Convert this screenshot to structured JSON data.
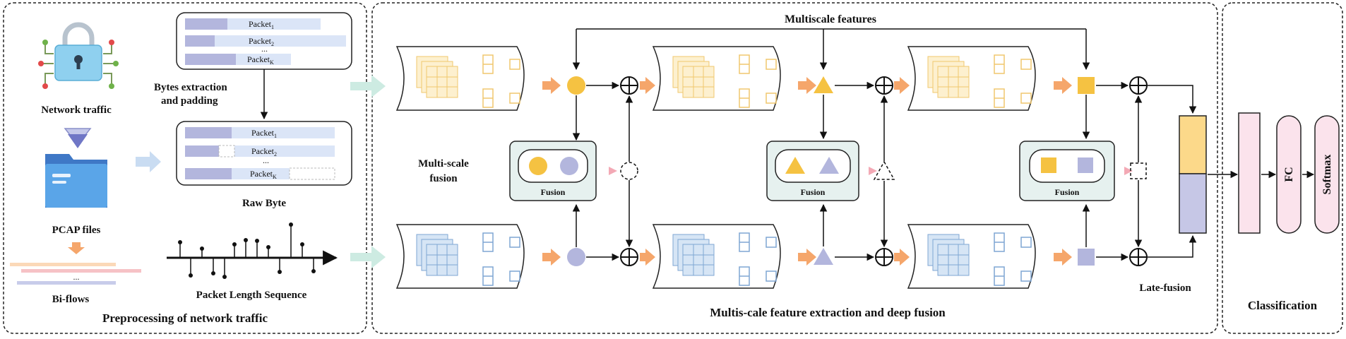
{
  "preprocessing": {
    "network_traffic_label": "Network traffic",
    "pcap_files_label": "PCAP files",
    "bi_flows_label": "Bi-flows",
    "bi_flows_ellipsis": "...",
    "bytes_extraction_line1": "Bytes extraction",
    "bytes_extraction_line2": "and padding",
    "raw_byte_label": "Raw Byte",
    "packet_length_label": "Packet Length Sequence",
    "section_title": "Preprocessing of network traffic",
    "top_packets": [
      {
        "name": "Packet",
        "sub": "1"
      },
      {
        "name": "Packet",
        "sub": "2"
      },
      {
        "name": "Packet",
        "sub": "K"
      }
    ],
    "padded_packets": [
      {
        "name": "Packet",
        "sub": "1"
      },
      {
        "name": "Packet",
        "sub": "2"
      },
      {
        "name": "Packet",
        "sub": "K"
      }
    ],
    "ellipsis": "..."
  },
  "extraction": {
    "multiscale_features_label": "Multiscale features",
    "multi_scale_fusion_line1": "Multi-scale",
    "multi_scale_fusion_line2": "fusion",
    "fusion_labels": [
      "Fusion",
      "Fusion",
      "Fusion"
    ],
    "late_fusion_label": "Late-fusion",
    "section_title": "Multis-cale feature extraction and deep fusion"
  },
  "classification": {
    "fc_label": "FC",
    "softmax_label": "Softmax",
    "section_title": "Classification"
  },
  "colors": {
    "yellow": "#f5c242",
    "yellow_light": "#fbe7b3",
    "purple": "#b3b6dd",
    "blue_grid": "#c9dcf2",
    "orange_arrow": "#f5a66b",
    "fusion_bg": "#e6f1ef",
    "fc_pink": "#fbe3ec",
    "feature_bar_yellow": "#fcd98a",
    "feature_bar_purple": "#c6c7e6"
  }
}
